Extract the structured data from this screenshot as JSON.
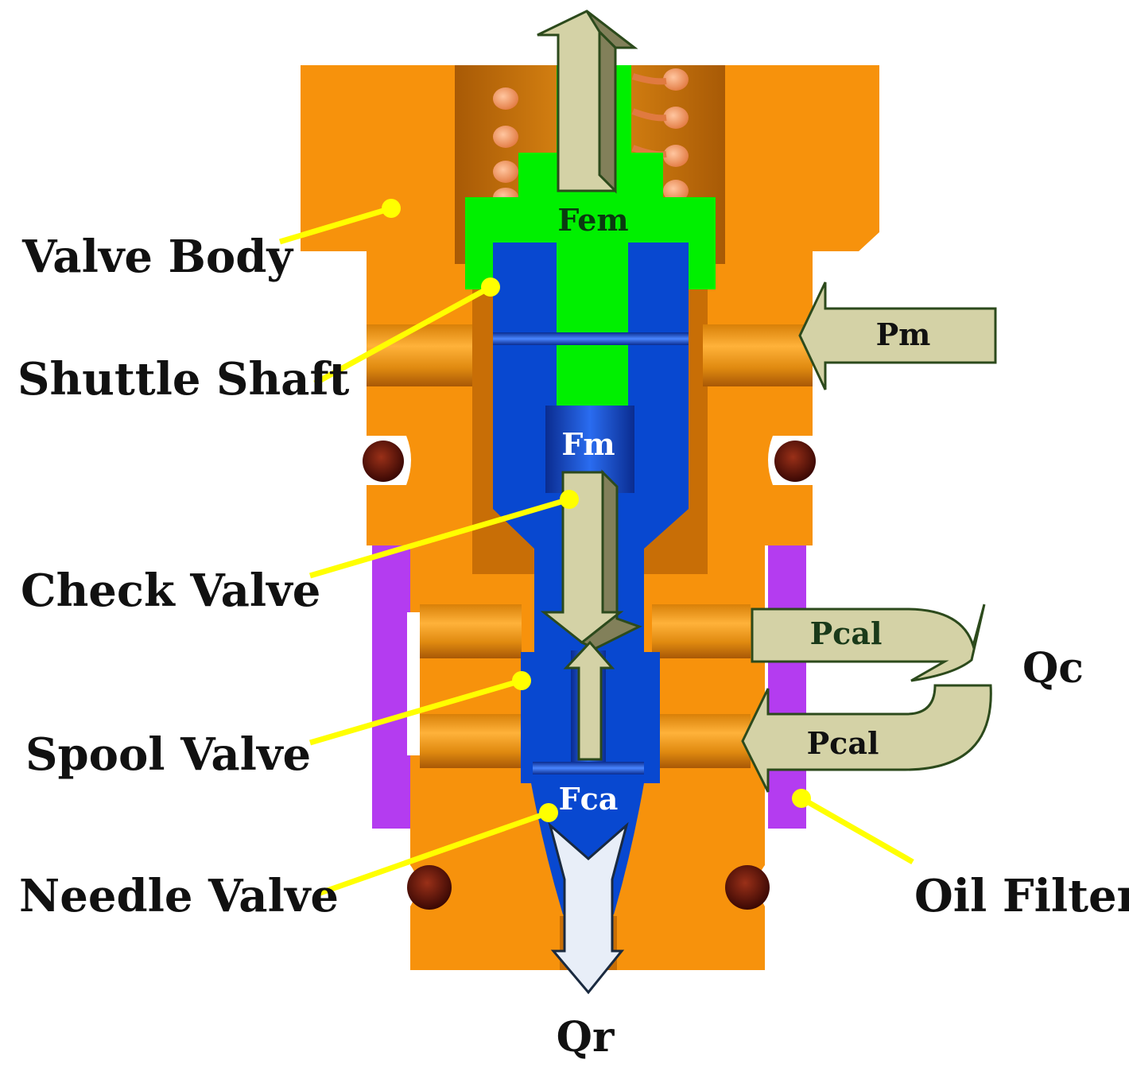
{
  "labels": {
    "valve_body": "Valve Body",
    "shuttle_shaft": "Shuttle Shaft",
    "check_valve": "Check Valve",
    "spool_valve": "Spool Valve",
    "needle_valve": "Needle Valve",
    "oil_filter": "Oil Filter"
  },
  "forces": {
    "fem": "Fem",
    "fm": "Fm",
    "fca": "Fca"
  },
  "pressures": {
    "pm": "Pm",
    "pcal_upper": "Pcal",
    "pcal_lower": "Pcal"
  },
  "flows": {
    "qc": "Qc",
    "qr": "Qr"
  },
  "colors": {
    "valve_body": "#f7920c",
    "valve_body_dark": "#c86e06",
    "shuttle_shaft": "#00f000",
    "spool": "#0848d0",
    "oil_filter": "#b43cf0",
    "seal": "#5a1208",
    "spring": "#f5a070",
    "arrow_fill": "#d4d2a6",
    "arrow_dark": "#82805a",
    "leader_line": "#ffff00",
    "outlet_arrow": "#e8eef8"
  }
}
